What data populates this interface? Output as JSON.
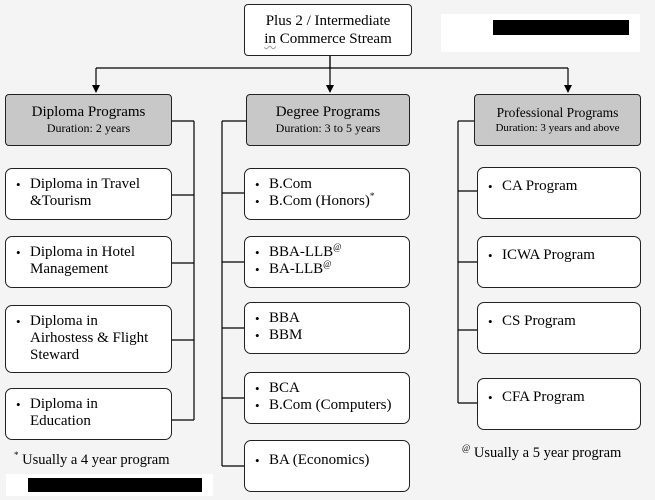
{
  "root": {
    "line1": "Plus 2 / Intermediate",
    "line2_a": "in",
    "line2_b": " Commerce Stream"
  },
  "columns": [
    {
      "title": "Diploma Programs",
      "duration": "Duration: 2 years",
      "items": [
        [
          "Diploma in Travel",
          "&Tourism"
        ],
        [
          "Diploma in Hotel",
          "Management"
        ],
        [
          "Diploma in",
          "Airhostess & Flight",
          "Steward"
        ],
        [
          "Diploma in",
          "Education"
        ]
      ]
    },
    {
      "title": "Degree Programs",
      "duration": "Duration: 3 to 5 years",
      "items": [
        [
          {
            "text": "B.Com"
          },
          {
            "text": "B.Com (Honors)",
            "sup": "*"
          }
        ],
        [
          {
            "text": "BBA-LLB",
            "sup": "@"
          },
          {
            "text": "BA-LLB",
            "sup": "@"
          }
        ],
        [
          {
            "text": "BBA"
          },
          {
            "text": "BBM"
          }
        ],
        [
          {
            "text": "BCA"
          },
          {
            "text": "B.Com (Computers)"
          }
        ],
        [
          {
            "text": "BA (Economics)"
          }
        ]
      ]
    },
    {
      "title": "Professional Programs",
      "duration": "Duration: 3 years and above",
      "items": [
        "CA Program",
        "ICWA Program",
        "CS Program",
        "CFA Program"
      ]
    }
  ],
  "notes": {
    "star_mark": "*",
    "star_text": " Usually a 4 year program",
    "at_mark": "@",
    "at_text": " Usually a 5 year program"
  },
  "bullet": "•",
  "colors": {
    "header_fill": "#c8c8c8",
    "box_fill": "#ffffff",
    "background": "#f4f4f4",
    "redaction": "#000000"
  }
}
